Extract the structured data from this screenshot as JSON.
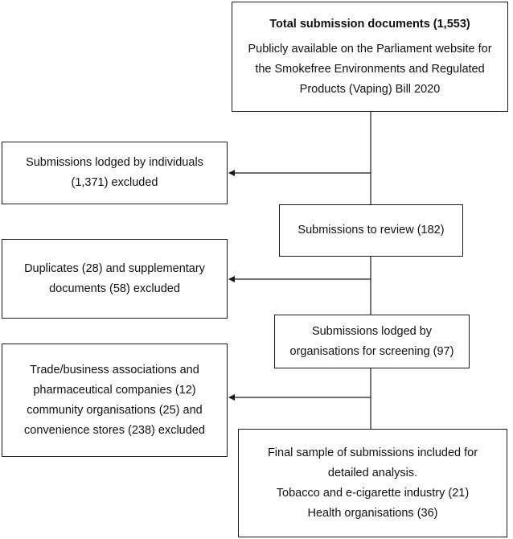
{
  "boxes": {
    "total": {
      "title": "Total submission documents (1,553)",
      "lines": [
        "Publicly available on the Parliament website for",
        "the Smokefree Environments and Regulated",
        "Products (Vaping) Bill 2020"
      ]
    },
    "individuals": {
      "lines": [
        "Submissions lodged by individuals",
        "(1,371) excluded"
      ]
    },
    "review": {
      "lines": [
        "Submissions to review (182)"
      ]
    },
    "duplicates": {
      "lines": [
        "Duplicates (28) and supplementary",
        "documents (58) excluded"
      ]
    },
    "screening": {
      "lines": [
        "Submissions lodged by",
        "organisations for screening (97)"
      ]
    },
    "trade": {
      "lines": [
        "Trade/business associations and",
        "pharmaceutical companies (12)",
        "community organisations (25) and",
        "convenience stores (238) excluded"
      ]
    },
    "final": {
      "lines": [
        "Final sample of submissions included for",
        "detailed analysis.",
        "Tobacco and e-cigarette industry (21)",
        "Health organisations (36)"
      ]
    }
  }
}
